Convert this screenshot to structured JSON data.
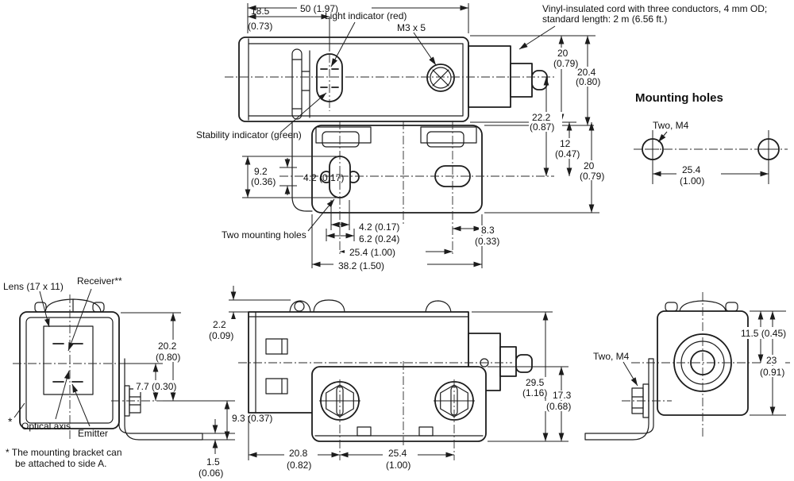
{
  "drawing": {
    "top_view": {
      "dim_50": "50 (1.97)",
      "dim_18_5_mm": "18.5",
      "dim_18_5_in": "(0.73)",
      "label_light_indicator": "Light indicator (red)",
      "label_m3": "M3 x 5",
      "label_stability_indicator": "Stability indicator (green)",
      "dim_20_top_mm": "20",
      "dim_20_top_in": "(0.79)",
      "dim_20_4_mm": "20.4",
      "dim_20_4_in": "(0.80)",
      "dim_22_2_mm": "22.2",
      "dim_22_2_in": "(0.87)",
      "dim_12_mm": "12",
      "dim_12_in": "(0.47)",
      "dim_20_right_mm": "20",
      "dim_20_right_in": "(0.79)"
    },
    "bracket_plan": {
      "dim_9_2_mm": "9.2",
      "dim_9_2_in": "(0.36)",
      "dim_4_2_side": "4.2 (0.17)",
      "label_two_mounting_holes": "Two mounting holes",
      "dim_4_2_bottom": "4.2 (0.17)",
      "dim_6_2": "6.2 (0.24)",
      "dim_25_4": "25.4  (1.00)",
      "dim_38_2": "38.2  (1.50)",
      "dim_8_3_mm": "8.3",
      "dim_8_3_in": "(0.33)"
    },
    "cord_note_line1": "Vinyl-insulated cord with three conductors, 4 mm OD;",
    "cord_note_line2": "standard length: 2 m (6.56 ft.)",
    "mounting_holes": {
      "title": "Mounting holes",
      "label_two_m4": "Two, M4",
      "dim_25_4_mm": "25.4",
      "dim_25_4_in": "(1.00)"
    },
    "front_view": {
      "label_lens": "Lens (17 x 11)",
      "label_receiver": "Receiver**",
      "label_optical_axis": "Optical axis",
      "label_emitter": "Emitter",
      "side_a_mark": "*",
      "dim_20_2_mm": "20.2",
      "dim_20_2_in": "(0.80)",
      "dim_7_7": "7.7 (0.30)",
      "dim_9_3": "9.3 (0.37)",
      "dim_1_5_mm": "1.5",
      "dim_1_5_in": "(0.06)",
      "footnote_line1": "* The mounting bracket can",
      "footnote_line2": "be attached to side A."
    },
    "side_view": {
      "dim_2_2_mm": "2.2",
      "dim_2_2_in": "(0.09)",
      "dim_20_8_mm": "20.8",
      "dim_20_8_in": "(0.82)",
      "dim_25_4_mm": "25.4",
      "dim_25_4_in": "(1.00)",
      "dim_29_5_mm": "29.5",
      "dim_29_5_in": "(1.16)",
      "dim_17_3_mm": "17.3",
      "dim_17_3_in": "(0.68)"
    },
    "rear_view": {
      "label_two_m4": "Two, M4",
      "dim_11_5": "11.5 (0.45)",
      "dim_23_mm": "23",
      "dim_23_in": "(0.91)"
    }
  }
}
